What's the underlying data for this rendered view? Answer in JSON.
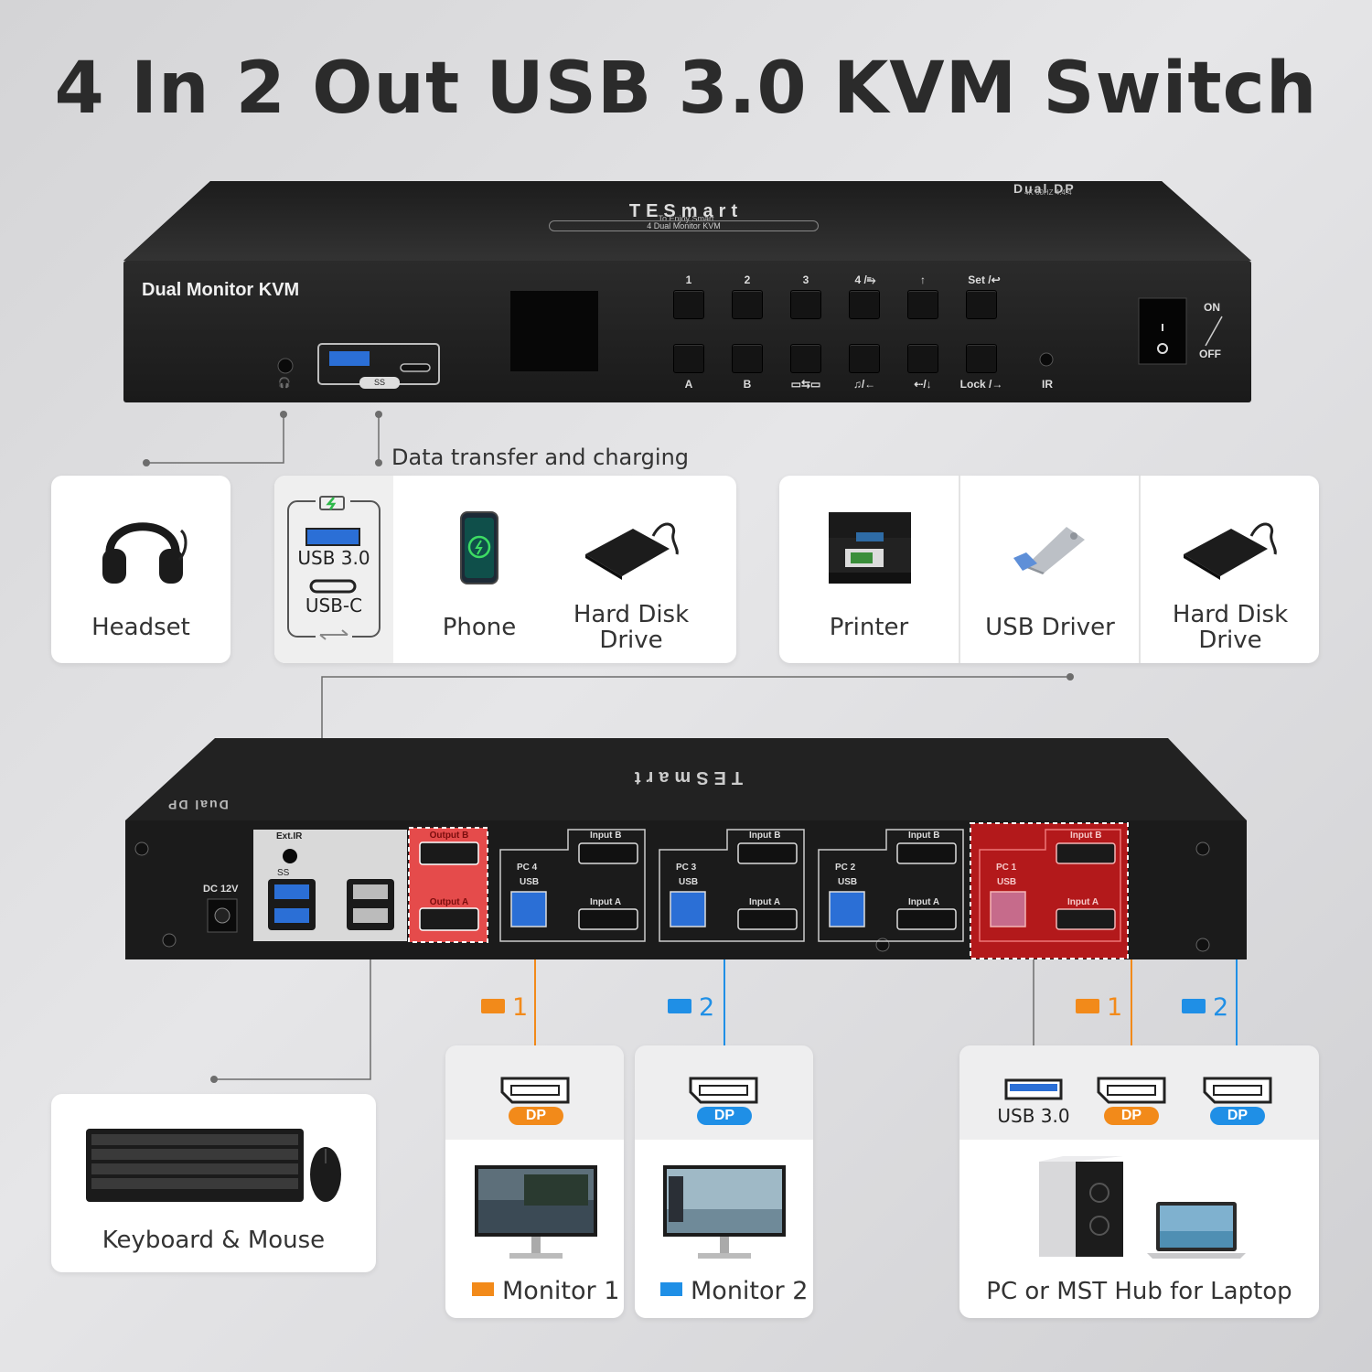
{
  "title": "4 In 2 Out USB 3.0 KVM Switch",
  "front_panel": {
    "brand": "TESmart",
    "brand_tagline": "To Enjoy Smart",
    "brand_subline": "4 Dual Monitor KVM",
    "badge_top": "Dual DP",
    "badge_sub": "4K 60HZ 4:4:4",
    "model_label": "Dual Monitor KVM",
    "usb_port_label": "SS",
    "top_buttons": [
      "1",
      "2",
      "3",
      "4 /⥱",
      "↑",
      "Set /↩"
    ],
    "bottom_buttons": [
      "A",
      "B",
      "▭⇆▭",
      "♫/←",
      "⇠/↓",
      "Lock /→"
    ],
    "ir_label": "IR",
    "power_on": "ON",
    "power_off": "OFF"
  },
  "callout_data": "Data transfer and charging",
  "peripherals_left": [
    {
      "label": "Headset",
      "icon": "headset-icon"
    }
  ],
  "front_port_card": {
    "usb_label": "USB 3.0",
    "usbc_label": "USB-C",
    "devices": [
      {
        "label": "Phone",
        "icon": "phone-icon"
      },
      {
        "label": "Hard Disk Drive",
        "icon": "hard-disk-icon"
      }
    ]
  },
  "peripherals_right": [
    {
      "label": "Printer",
      "icon": "printer-icon"
    },
    {
      "label": "USB Driver",
      "icon": "usb-drive-icon"
    },
    {
      "label": "Hard Disk Drive",
      "icon": "hard-disk-icon"
    }
  ],
  "rear_panel": {
    "dc_label": "DC 12V",
    "ext_ir": "Ext.IR",
    "ss_label": "SS",
    "output_b": "Output B",
    "output_a": "Output A",
    "pcs": [
      {
        "pc": "PC 4",
        "usb": "USB",
        "in_b": "Input B",
        "in_a": "Input A"
      },
      {
        "pc": "PC 3",
        "usb": "USB",
        "in_b": "Input B",
        "in_a": "Input A"
      },
      {
        "pc": "PC 2",
        "usb": "USB",
        "in_b": "Input B",
        "in_a": "Input A"
      },
      {
        "pc": "PC 1",
        "usb": "USB",
        "in_b": "Input B",
        "in_a": "Input A"
      }
    ]
  },
  "monitor_numbers": [
    "1",
    "2",
    "1",
    "2"
  ],
  "monitors": [
    {
      "badge": "DP",
      "label": "Monitor 1",
      "color": "#f28a1a"
    },
    {
      "badge": "DP",
      "label": "Monitor 2",
      "color": "#1f8fe6"
    }
  ],
  "pc_card": {
    "usb_label": "USB 3.0",
    "dp1": "DP",
    "dp2": "DP",
    "label": "PC or MST Hub for Laptop"
  },
  "keyboard_card": {
    "label": "Keyboard & Mouse"
  },
  "colors": {
    "orange": "#f28a1a",
    "blue": "#1f8fe6",
    "gray_line": "#6d6d6d",
    "red_zone": "#b3191b"
  }
}
